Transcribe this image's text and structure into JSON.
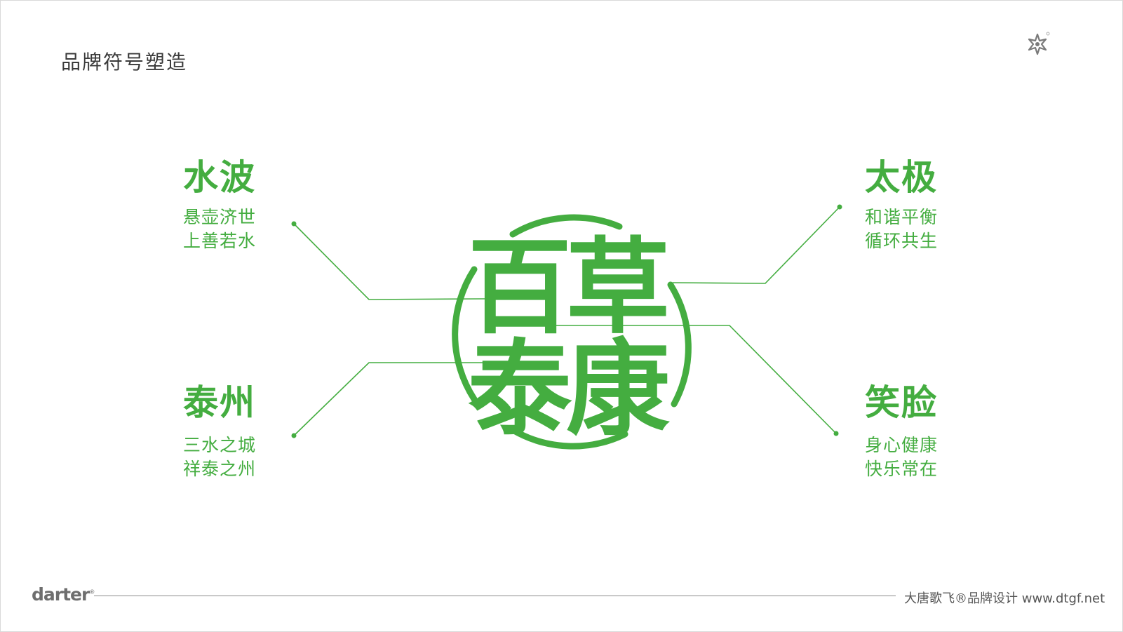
{
  "page": {
    "title": "品牌符号塑造"
  },
  "brand_mark": {
    "icon": "star-flower-logo-icon"
  },
  "emblem": {
    "characters": [
      "百",
      "草",
      "泰",
      "康"
    ]
  },
  "concepts": [
    {
      "heading": "水波",
      "lines": [
        "悬壶济世",
        "上善若水"
      ]
    },
    {
      "heading": "泰州",
      "lines": [
        "三水之城",
        "祥泰之州"
      ]
    },
    {
      "heading": "太极",
      "lines": [
        "和谐平衡",
        "循环共生"
      ]
    },
    {
      "heading": "笑脸",
      "lines": [
        "身心健康",
        "快乐常在"
      ]
    }
  ],
  "footer": {
    "brand": "darter",
    "brand_mark": "®",
    "credit": "大唐歌飞®品牌设计 www.dtgf.net"
  },
  "colors": {
    "accent": "#44ad40",
    "title": "#3a3a3a",
    "footer": "#6e6e6e"
  }
}
